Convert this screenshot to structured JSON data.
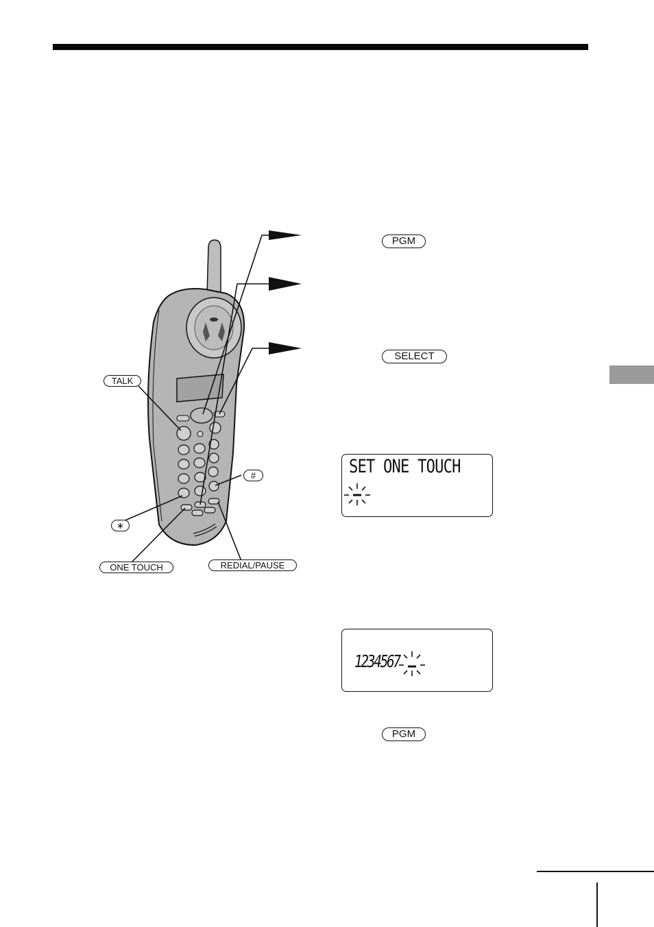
{
  "labels": {
    "pgm_1": "PGM",
    "select": "SELECT",
    "pgm_2": "PGM",
    "talk": "TALK",
    "hash": "#",
    "star": "∗",
    "one_touch": "ONE TOUCH",
    "redial_pause": "REDIAL/PAUSE"
  },
  "displays": {
    "display_1_line1": "SET ONE TOUCH",
    "display_2_digits": "1234567"
  },
  "colors": {
    "ink": "#111111",
    "handset_gray": "#b4b4b4",
    "side_tab_gray": "#9a9a9a"
  },
  "icons": {
    "cursor": "blinking-cursor-icon",
    "handset": "cordless-handset-illustration"
  }
}
